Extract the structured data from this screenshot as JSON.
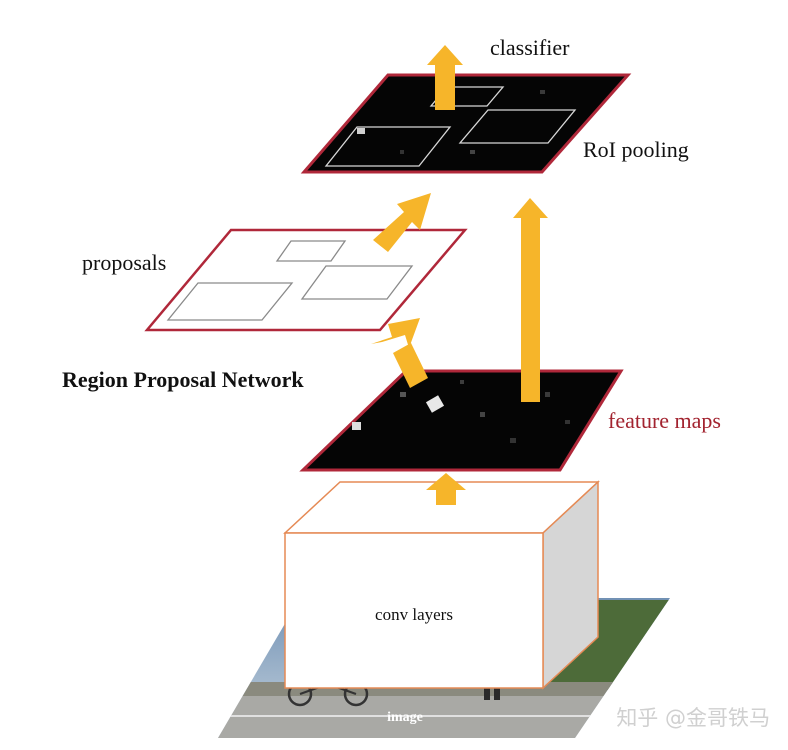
{
  "diagram": {
    "labels": {
      "classifier": "classifier",
      "roi_pooling": "RoI pooling",
      "proposals": "proposals",
      "rpn": "Region Proposal Network",
      "feature_maps": "feature maps",
      "conv_layers": "conv layers",
      "image": "image"
    },
    "watermark": "知乎 @金哥铁马"
  },
  "colors": {
    "accent_arrow": "#f6b52a",
    "plane_border": "#b0283a",
    "feature_map_fill": "#050505",
    "feature_maps_text": "#a2232f",
    "box_outline": "#e58a55",
    "box_side": "#d6d6d6",
    "text": "#111111",
    "watermark": "#d0d0d0"
  }
}
